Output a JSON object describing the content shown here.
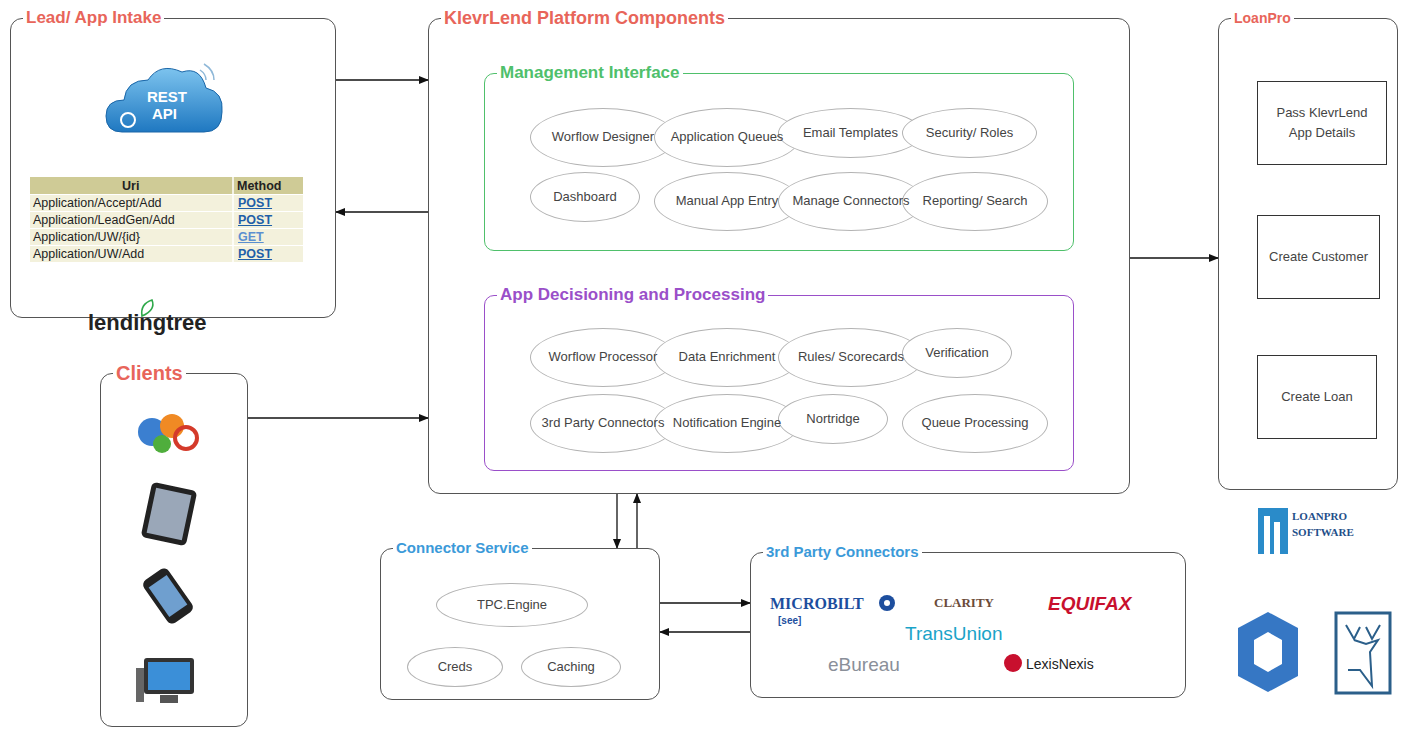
{
  "diagram": {
    "nodes": [
      {
        "text": [
          "Lead/ App Intake"
        ]
      },
      {
        "text": [
          "KlevrLend Platform Components"
        ]
      },
      {
        "text": [
          "Management Interface"
        ],
        "in": 1
      },
      {
        "text": [
          "Worflow Designer"
        ],
        "in": 2
      },
      {
        "text": [
          "Application Queues"
        ],
        "in": 2
      },
      {
        "text": [
          "Email Templates"
        ],
        "in": 2
      },
      {
        "text": [
          "Security/ Roles"
        ],
        "in": 2
      },
      {
        "text": [
          "Dashboard"
        ],
        "in": 2
      },
      {
        "text": [
          "Manual App Entry"
        ],
        "in": 2
      },
      {
        "text": [
          "Manage Connectors"
        ],
        "in": 2
      },
      {
        "text": [
          "Reporting/ Search"
        ],
        "in": 2
      },
      {
        "text": [
          "App Decisioning and Processing"
        ],
        "in": 1
      },
      {
        "text": [
          "Worflow Processor"
        ],
        "in": 11
      },
      {
        "text": [
          "Data Enrichment"
        ],
        "in": 11
      },
      {
        "text": [
          "Rules/ Scorecards"
        ],
        "in": 11
      },
      {
        "text": [
          "Verification"
        ],
        "in": 11
      },
      {
        "text": [
          "3rd Party Connectors"
        ],
        "in": 11
      },
      {
        "text": [
          "Notification Engine"
        ],
        "in": 11
      },
      {
        "text": [
          "Nortridge"
        ],
        "in": 11
      },
      {
        "text": [
          "Queue Processing"
        ],
        "in": 11
      },
      {
        "text": [
          "LoanPro"
        ]
      },
      {
        "text": [
          "Pass KlevrLend App Details"
        ],
        "in": 20
      },
      {
        "text": [
          "Create Customer"
        ],
        "in": 20
      },
      {
        "text": [
          "Create Loan"
        ],
        "in": 20
      },
      {
        "text": [
          "Clients"
        ]
      },
      {
        "text": [
          "Connector Service"
        ]
      },
      {
        "text": [
          "TPC.Engine"
        ],
        "in": 25
      },
      {
        "text": [
          "Creds"
        ],
        "in": 25
      },
      {
        "text": [
          "Caching"
        ],
        "in": 25
      },
      {
        "text": [
          "3rd Party Connectors"
        ]
      }
    ],
    "edges": [
      {
        "from": 0,
        "to": 1,
        "arrow": "to"
      },
      {
        "from": 1,
        "to": 0,
        "arrow": "to"
      },
      {
        "from": 24,
        "to": 1,
        "arrow": "to"
      },
      {
        "from": 1,
        "to": 20,
        "arrow": "to"
      },
      {
        "from": 1,
        "to": 25,
        "arrow": "to"
      },
      {
        "from": 25,
        "to": 1,
        "arrow": "to"
      },
      {
        "from": 25,
        "to": 29,
        "arrow": "to"
      },
      {
        "from": 29,
        "to": 25,
        "arrow": "to"
      }
    ],
    "labels": [
      "REST",
      "API",
      "Uri",
      "Method",
      "Application/Accept/Add",
      "POST",
      "Application/LeadGen/Add",
      "POST",
      "Application/UW/{id}",
      "GET",
      "Application/UW/Add",
      "POST",
      "lendingtree",
      "MICROBILT",
      "[see]",
      "CLARITY",
      "EQUIFAX",
      "TransUnion",
      "eBureau",
      "LexisNexis",
      "LOANPRO",
      "SOFTWARE"
    ]
  }
}
